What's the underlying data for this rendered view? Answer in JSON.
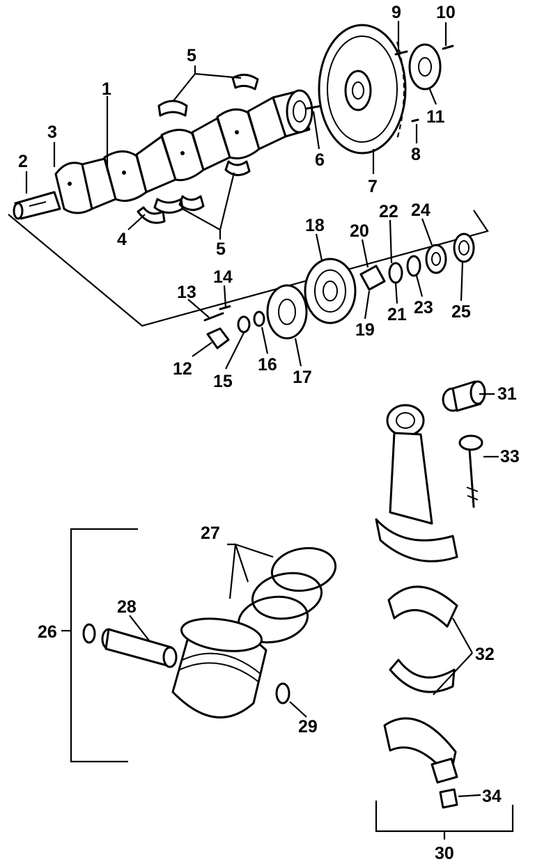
{
  "labels": {
    "l1": "1",
    "l2": "2",
    "l3": "3",
    "l4": "4",
    "l5a": "5",
    "l5b": "5",
    "l6": "6",
    "l7": "7",
    "l8": "8",
    "l9": "9",
    "l10": "10",
    "l11": "11",
    "l12": "12",
    "l13": "13",
    "l14": "14",
    "l15": "15",
    "l16": "16",
    "l17": "17",
    "l18": "18",
    "l19": "19",
    "l20": "20",
    "l21": "21",
    "l22": "22",
    "l23": "23",
    "l24": "24",
    "l25": "25",
    "l26": "26",
    "l27": "27",
    "l28": "28",
    "l29": "29",
    "l30": "30",
    "l31": "31",
    "l32": "32",
    "l33": "33",
    "l34": "34"
  }
}
